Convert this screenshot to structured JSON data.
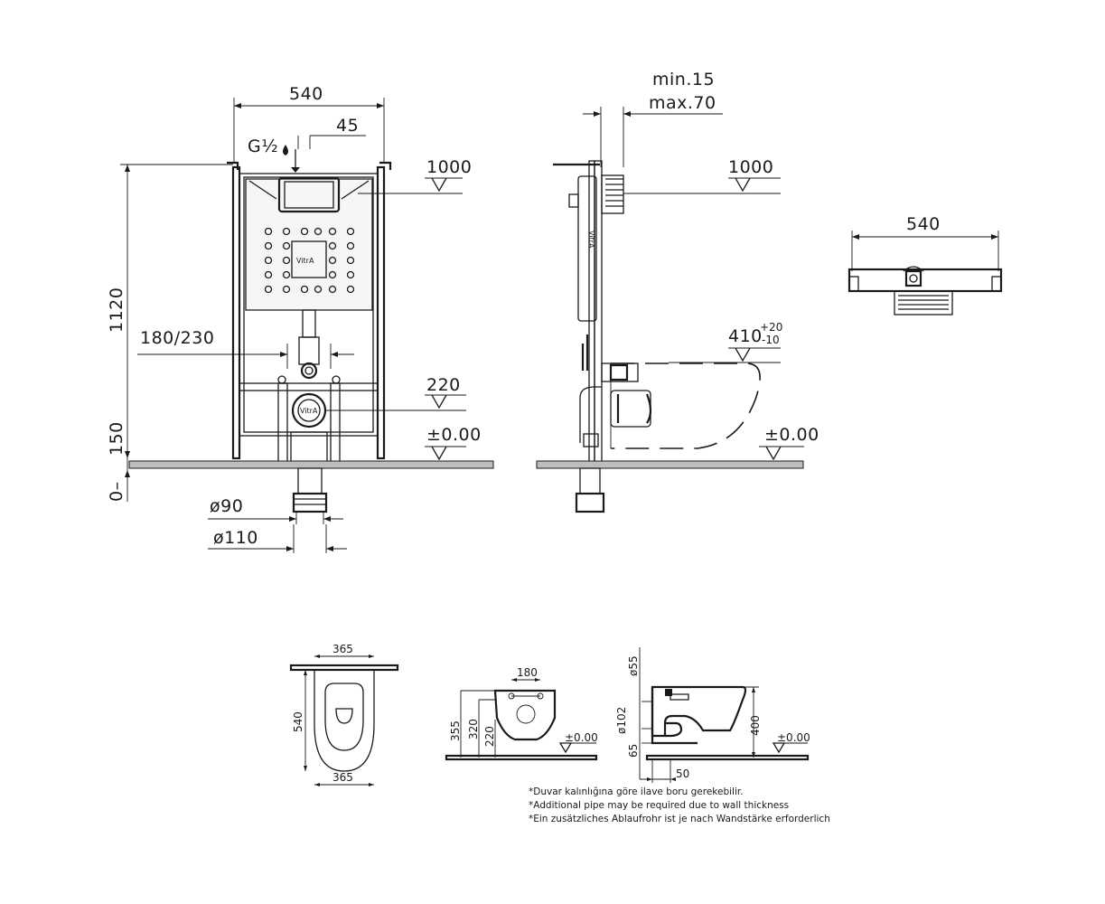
{
  "front_view": {
    "width": "540",
    "inlet_offset": "45",
    "inlet_thread": "G½",
    "height": "1120",
    "level_top": "1000",
    "anchor_spacing": "180/230",
    "outlet_height": "220",
    "floor_level": "±0.00",
    "floor_adjust": "0–150",
    "pipe_small": "ø90",
    "pipe_large": "ø110",
    "logo": "VitrA"
  },
  "side_view": {
    "wall_min": "min.15",
    "wall_max": "max.70",
    "level_top": "1000",
    "bowl_height": "410",
    "bowl_tolerance_plus": "+20",
    "bowl_tolerance_minus": "-10",
    "floor_level": "±0.00"
  },
  "top_view": {
    "width": "540"
  },
  "wc_plan": {
    "width_top": "365",
    "length": "540",
    "width_bottom": "365"
  },
  "wc_front": {
    "spacing": "180",
    "h1": "355",
    "h2": "320",
    "h3": "220",
    "floor_level": "±0.00"
  },
  "wc_side": {
    "outlet_diam": "ø55",
    "waste_diam": "ø102",
    "h_offset": "65",
    "height": "400",
    "wall_offset": "50",
    "floor_level": "±0.00"
  },
  "notes": [
    "*Duvar kalınlığına göre ilave boru gerekebilir.",
    "*Additional pipe may be required due to wall thickness",
    "*Ein zusätzliches Ablaufrohr ist je nach Wandstärke erforderlich"
  ]
}
